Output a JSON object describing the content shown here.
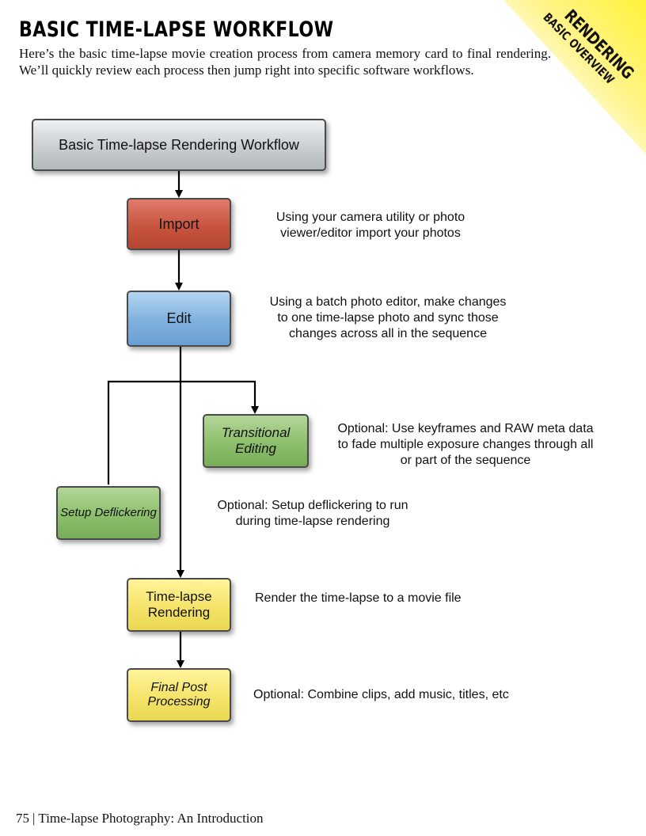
{
  "header": {
    "title": "Basic Time-lapse Workflow",
    "intro": "Here’s the basic time-lapse movie creation process from camera memory card to final rendering. We’ll quickly review each process then jump right into specific software workflows."
  },
  "corner_tab": {
    "section": "RENDERING",
    "subsection": "BASIC OVERVIEW",
    "color": "#fff23a"
  },
  "diagram": {
    "title_box": "Basic Time-lapse Rendering Workflow",
    "steps": [
      {
        "label": "Import",
        "description": "Using your camera utility or photo\nviewer/editor import your photos",
        "color": "#c7543f"
      },
      {
        "label": "Edit",
        "description": "Using a batch photo editor, make changes\nto one time-lapse photo and sync those\nchanges across all in the sequence",
        "color": "#7fb0de"
      },
      {
        "label": "Transitional Editing",
        "description": "Optional: Use keyframes and RAW meta data\nto fade multiple exposure changes through all\nor part of the sequence",
        "color": "#8cbf6b"
      },
      {
        "label": "Setup Deflickering",
        "description": "Optional: Setup deflickering to run\nduring time-lapse rendering",
        "color": "#8cbf6b"
      },
      {
        "label": "Time-lapse Rendering",
        "description": "Render the time-lapse to a movie file",
        "color": "#f5e36a"
      },
      {
        "label": "Final Post Processing",
        "description": "Optional: Combine clips, add music, titles, etc",
        "color": "#f5e36a"
      }
    ]
  },
  "footer": {
    "page_number": "75",
    "separator": "|",
    "book_title": "Time-lapse Photography: An Introduction"
  }
}
